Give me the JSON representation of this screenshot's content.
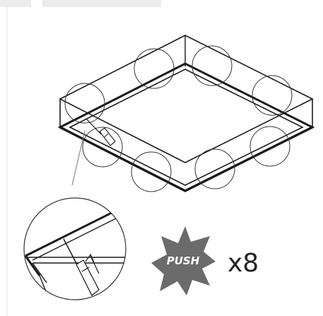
{
  "labels": {
    "push": "PUSH",
    "multiplier": "x8"
  },
  "icons": {
    "tool": "screwdriver-icon",
    "direction": "arrow-up-icon",
    "burst": "starburst-badge-icon"
  },
  "colors": {
    "line": "#1a1a1a",
    "callout": "#7a7a7a",
    "burst": "#6b6b6b",
    "tab_bar": "#ececec"
  },
  "clip_count": 8
}
